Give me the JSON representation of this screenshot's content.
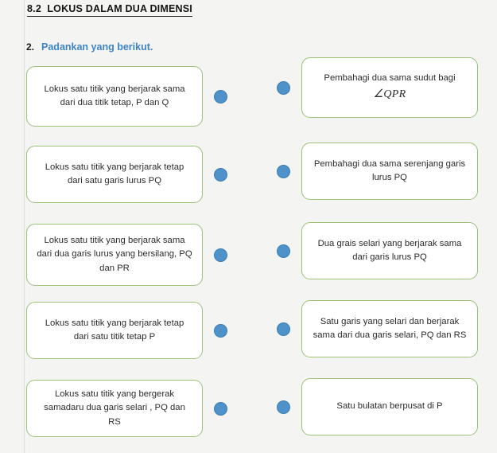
{
  "page": {
    "background_color": "#f4f4f2",
    "box_border_color": "#9cc177",
    "dot_color": "#4e92c9",
    "prompt_color": "#3d85c6"
  },
  "heading": {
    "text": "8.2  LOKUS DALAM DUA DIMENSI"
  },
  "question": {
    "number": "2.",
    "instruction": "Padankan yang berikut."
  },
  "match_rows": [
    {
      "left": {
        "text": "Lokus satu titik yang berjarak sama dari dua titik tetap, P dan Q"
      },
      "right": {
        "text": "Pembahagi dua sama sudut bagi",
        "math": "∠QPR"
      }
    },
    {
      "left": {
        "text": "Lokus satu titik yang berjarak tetap dari satu garis lurus PQ"
      },
      "right": {
        "text": "Pembahagi dua sama serenjang garis lurus PQ"
      }
    },
    {
      "left": {
        "text": "Lokus satu titik yang berjarak sama dari dua garis lurus yang bersilang, PQ dan PR"
      },
      "right": {
        "text": "Dua grais selari yang berjarak sama dari garis lurus PQ"
      }
    },
    {
      "left": {
        "text": "Lokus satu titik yang berjarak tetap dari satu titik tetap P"
      },
      "right": {
        "text": "Satu garis yang selari dan berjarak sama dari dua garis selari, PQ dan RS"
      }
    },
    {
      "left": {
        "text": "Lokus satu titik yang bergerak samadaru dua garis selari , PQ dan RS"
      },
      "right": {
        "text": "Satu bulatan berpusat di P"
      }
    }
  ]
}
